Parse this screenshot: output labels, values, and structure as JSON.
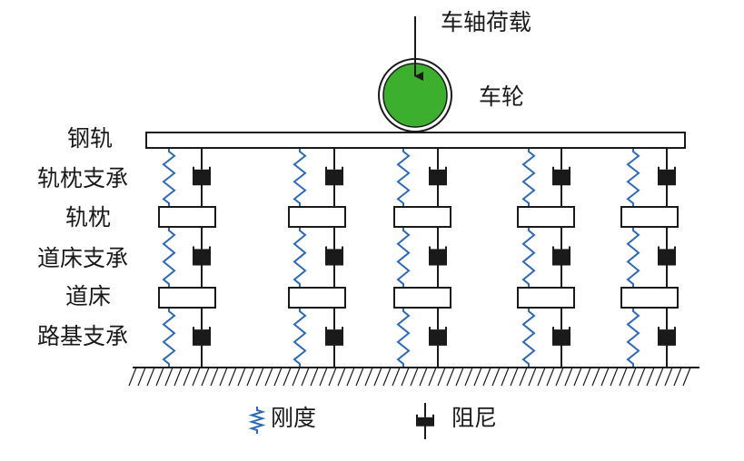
{
  "labels": {
    "axle_load": "车轴荷载",
    "wheel": "车轮",
    "rail": "钢轨",
    "sleeper_support": "轨枕支承",
    "sleeper": "轨枕",
    "ballast_support": "道床支承",
    "ballast": "道床",
    "subgrade_support": "路基支承"
  },
  "legend": {
    "stiffness": "刚度",
    "damping": "阻尼"
  },
  "colors": {
    "wheel_fill": "#3cb02e",
    "spring": "#2e6ab5",
    "line": "#1a1a1a",
    "damper": "#1a1a1a"
  },
  "support_columns": 5
}
